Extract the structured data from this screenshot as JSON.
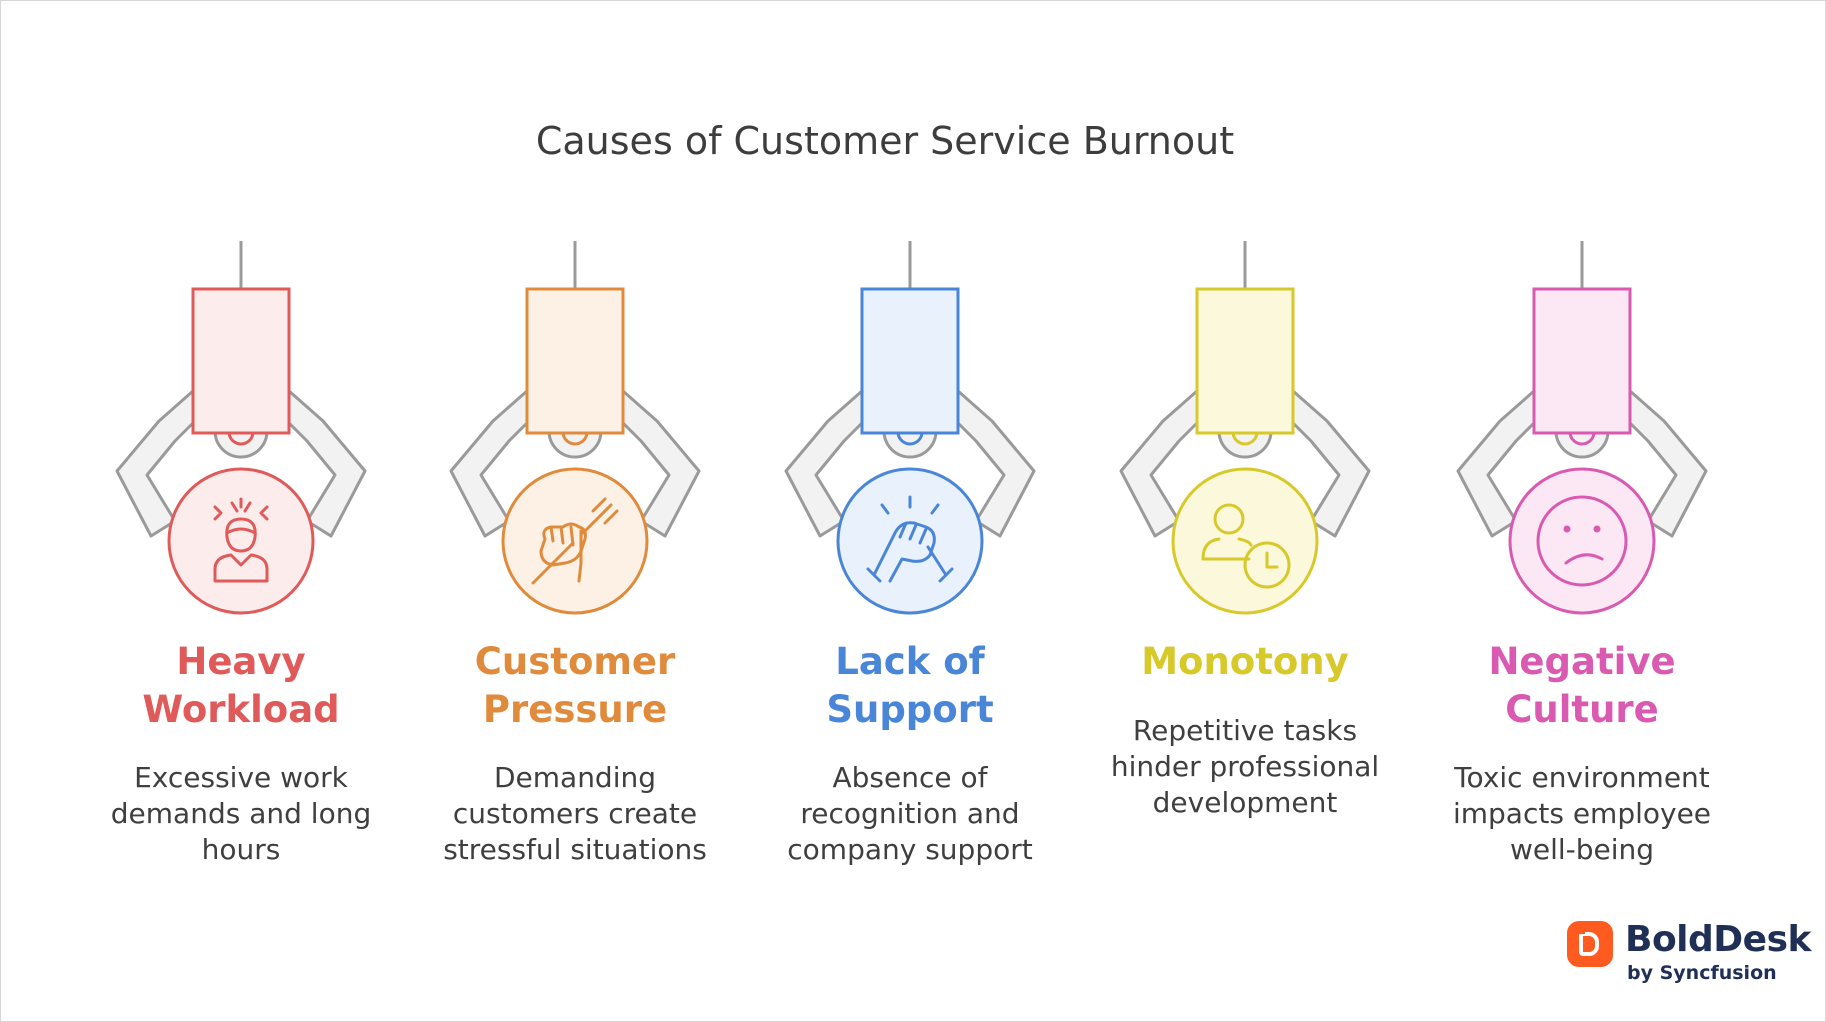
{
  "title": "Causes of Customer Service Burnout",
  "items": [
    {
      "heading_lines": [
        "Heavy",
        "Workload"
      ],
      "description_lines": [
        "Excessive work",
        "demands and long",
        "hours"
      ],
      "icon": "stressed-person-icon",
      "color": "#e05a5a",
      "fill": "#fdecec"
    },
    {
      "heading_lines": [
        "Customer",
        "Pressure"
      ],
      "description_lines": [
        "Demanding",
        "customers create",
        "stressful situations"
      ],
      "icon": "fist-fork-icon",
      "color": "#e08a3c",
      "fill": "#fdf0e4"
    },
    {
      "heading_lines": [
        "Lack of",
        "Support"
      ],
      "description_lines": [
        "Absence of",
        "recognition and",
        "company support"
      ],
      "icon": "handshake-icon",
      "color": "#4a86d8",
      "fill": "#e9f1fc"
    },
    {
      "heading_lines": [
        "Monotony"
      ],
      "description_lines": [
        "Repetitive tasks",
        "hinder professional",
        "development"
      ],
      "icon": "person-clock-icon",
      "color": "#d8c92a",
      "fill": "#fcf8dc"
    },
    {
      "heading_lines": [
        "Negative",
        "Culture"
      ],
      "description_lines": [
        "Toxic environment",
        "impacts employee",
        "well-being"
      ],
      "icon": "sad-face-icon",
      "color": "#d95ab0",
      "fill": "#fce8f5"
    }
  ],
  "brand": {
    "name": "BoldDesk",
    "sub": "by Syncfusion",
    "color": "#ff5a1f",
    "text_color": "#1f2f55"
  },
  "claw_color": "#9a9a9a"
}
